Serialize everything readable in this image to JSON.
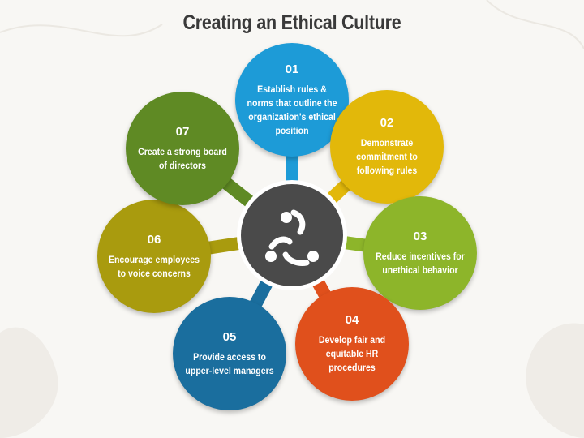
{
  "title": "Creating an Ethical Culture",
  "colors": {
    "background": "#f8f7f4",
    "hub": "#4a4a4a",
    "blue_light": "#1d9bd7",
    "yellow": "#e2b80a",
    "green": "#8db52a",
    "orange": "#e0501c",
    "blue_dark": "#1a6e9e",
    "olive": "#a99b0e",
    "green_dark": "#5f8a24"
  },
  "hub": {
    "icon": "three-people-cycle-icon"
  },
  "steps": [
    {
      "number": "01",
      "text": "Establish rules & norms that outline the organization's ethical position",
      "color": "#1d9bd7"
    },
    {
      "number": "02",
      "text": "Demonstrate commitment to following rules",
      "color": "#e2b80a"
    },
    {
      "number": "03",
      "text": "Reduce incentives for unethical behavior",
      "color": "#8db52a"
    },
    {
      "number": "04",
      "text": "Develop fair and equitable HR procedures",
      "color": "#e0501c"
    },
    {
      "number": "05",
      "text": "Provide access to upper-level managers",
      "color": "#1a6e9e"
    },
    {
      "number": "06",
      "text": "Encourage employees to voice concerns",
      "color": "#a99b0e"
    },
    {
      "number": "07",
      "text": "Create a strong board of directors",
      "color": "#5f8a24"
    }
  ]
}
